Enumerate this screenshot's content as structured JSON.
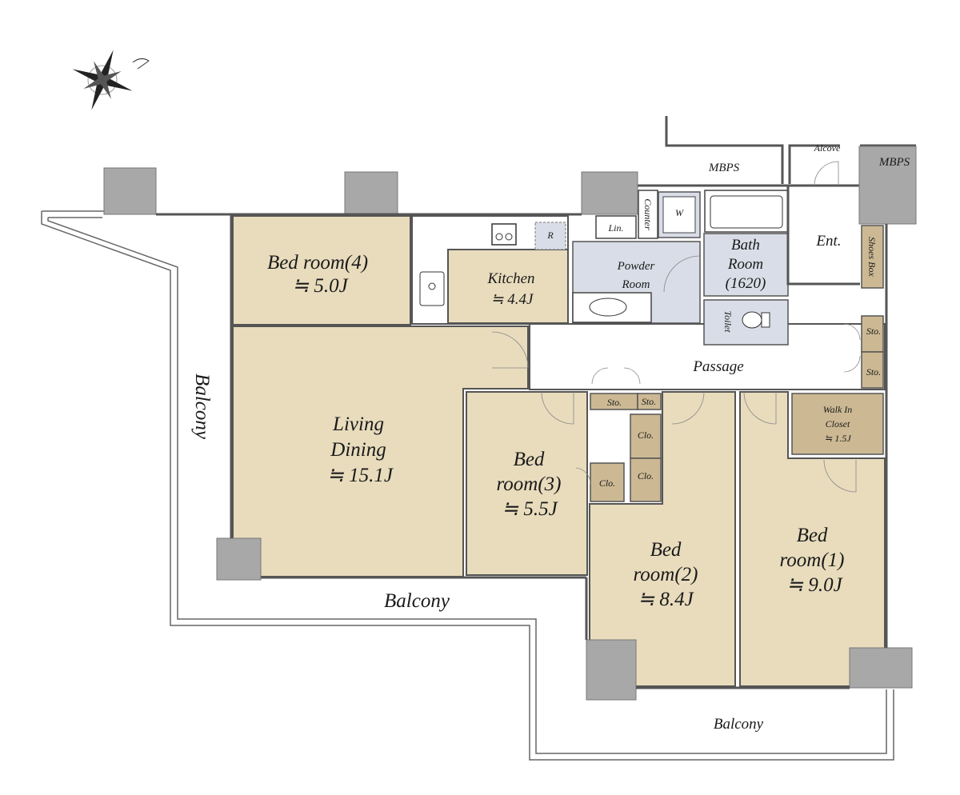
{
  "rooms": {
    "bedroom4": {
      "name": "Bed room(4)",
      "area": "≒ 5.0J"
    },
    "kitchen": {
      "name": "Kitchen",
      "area": "≒ 4.4J"
    },
    "living": {
      "name1": "Living",
      "name2": "Dining",
      "area": "≒ 15.1J"
    },
    "bedroom3": {
      "name1": "Bed",
      "name2": "room(3)",
      "area": "≒ 5.5J"
    },
    "bedroom2": {
      "name1": "Bed",
      "name2": "room(2)",
      "area": "≒ 8.4J"
    },
    "bedroom1": {
      "name1": "Bed",
      "name2": "room(1)",
      "area": "≒ 9.0J"
    },
    "wic": {
      "name1": "Walk In",
      "name2": "Closet",
      "area": "≒ 1.5J"
    },
    "powder": {
      "name1": "Powder",
      "name2": "Room"
    },
    "bath": {
      "name1": "Bath",
      "name2": "Room",
      "size": "(1620)"
    },
    "toilet": "Toilet",
    "entrance": "Ent.",
    "passage": "Passage",
    "shoes_box": "Shoes Box",
    "alcove": "Alcove"
  },
  "small_labels": {
    "mbps_1": "MBPS",
    "mbps_2": "MBPS",
    "counter": "Counter",
    "washer": "W",
    "linen": "Lin.",
    "refrigerator": "R",
    "storage": "Sto.",
    "closet": "Clo."
  },
  "balconies": {
    "left": "Balcony",
    "center": "Balcony",
    "bottom": "Balcony"
  },
  "colors": {
    "room": "#e8dcbd",
    "closet": "#ccb994",
    "wet": "#d9dde7",
    "pillar": "#a8a8a8"
  }
}
